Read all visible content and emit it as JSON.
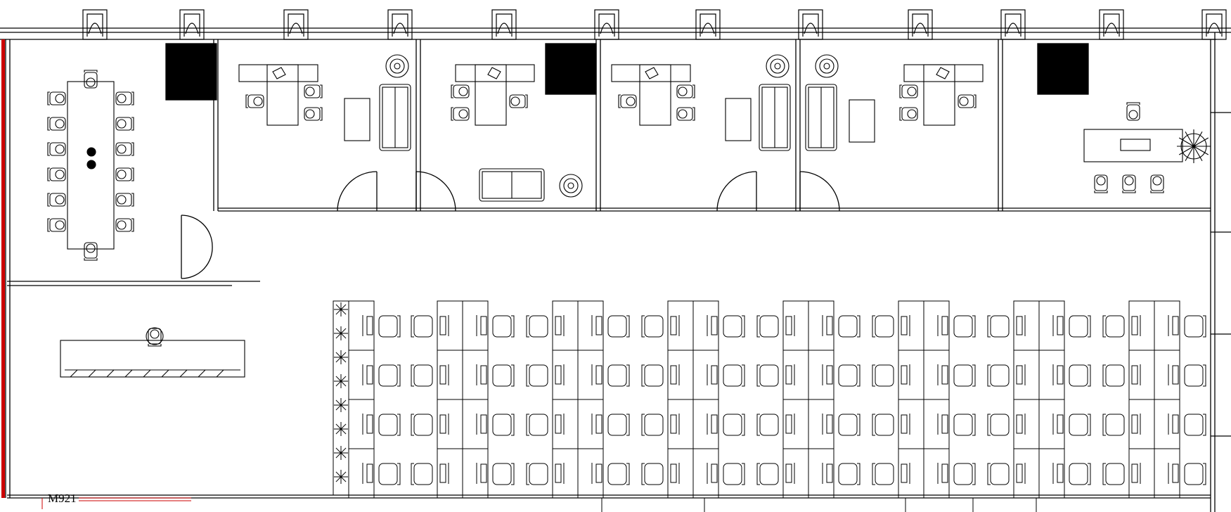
{
  "drawing": {
    "door_tag": "M921",
    "colors": {
      "line": "#000000",
      "background": "#ffffff",
      "red_wall": "#cc0000",
      "solid_fill": "#000000"
    },
    "rooms": {
      "meeting_room": "conference-table-14-seats",
      "reception": "reception-desk",
      "offices": [
        "office-1",
        "office-2",
        "office-3",
        "office-4"
      ],
      "lounge": "lounge-sofa",
      "reception_corner": "reception-counter-with-chairs",
      "open_office": "workstation-area"
    },
    "workstations": {
      "cluster_count": 8,
      "rows": 4,
      "desks_per_cluster_row": 2
    }
  }
}
